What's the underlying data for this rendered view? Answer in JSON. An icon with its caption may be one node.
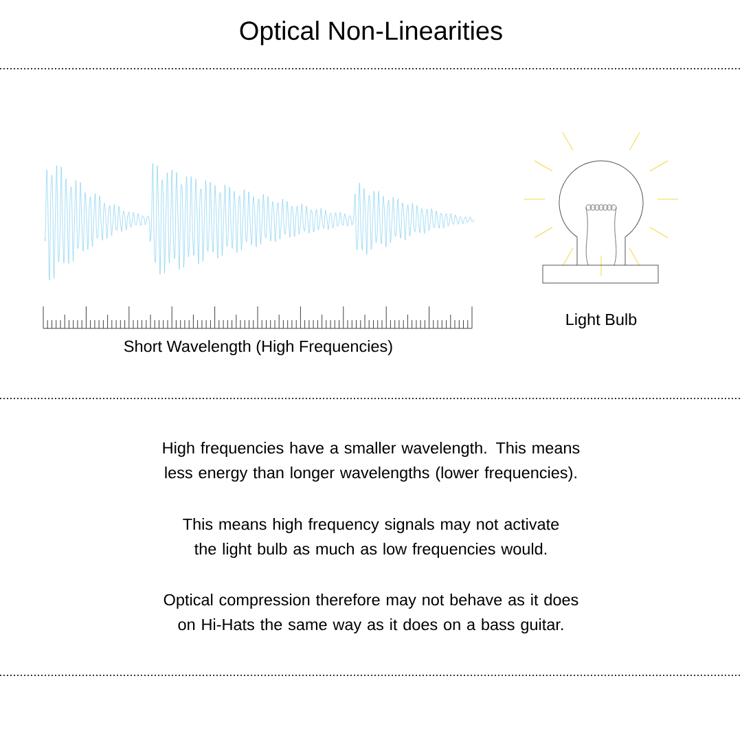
{
  "diagram": {
    "title": "Optical Non-Linearities",
    "labels": [
      "Short Wavelength (High Frequencies)",
      "Light Bulb",
      "High frequencies have a smaller wavelength. This means less energy than longer wavelengths (lower frequencies).",
      "This means high frequency signals may not activate the light bulb as much as low frequencies would.",
      "Optical compression therefore may not behave as it does on Hi-Hats the same way as it does on a bass guitar."
    ]
  }
}
